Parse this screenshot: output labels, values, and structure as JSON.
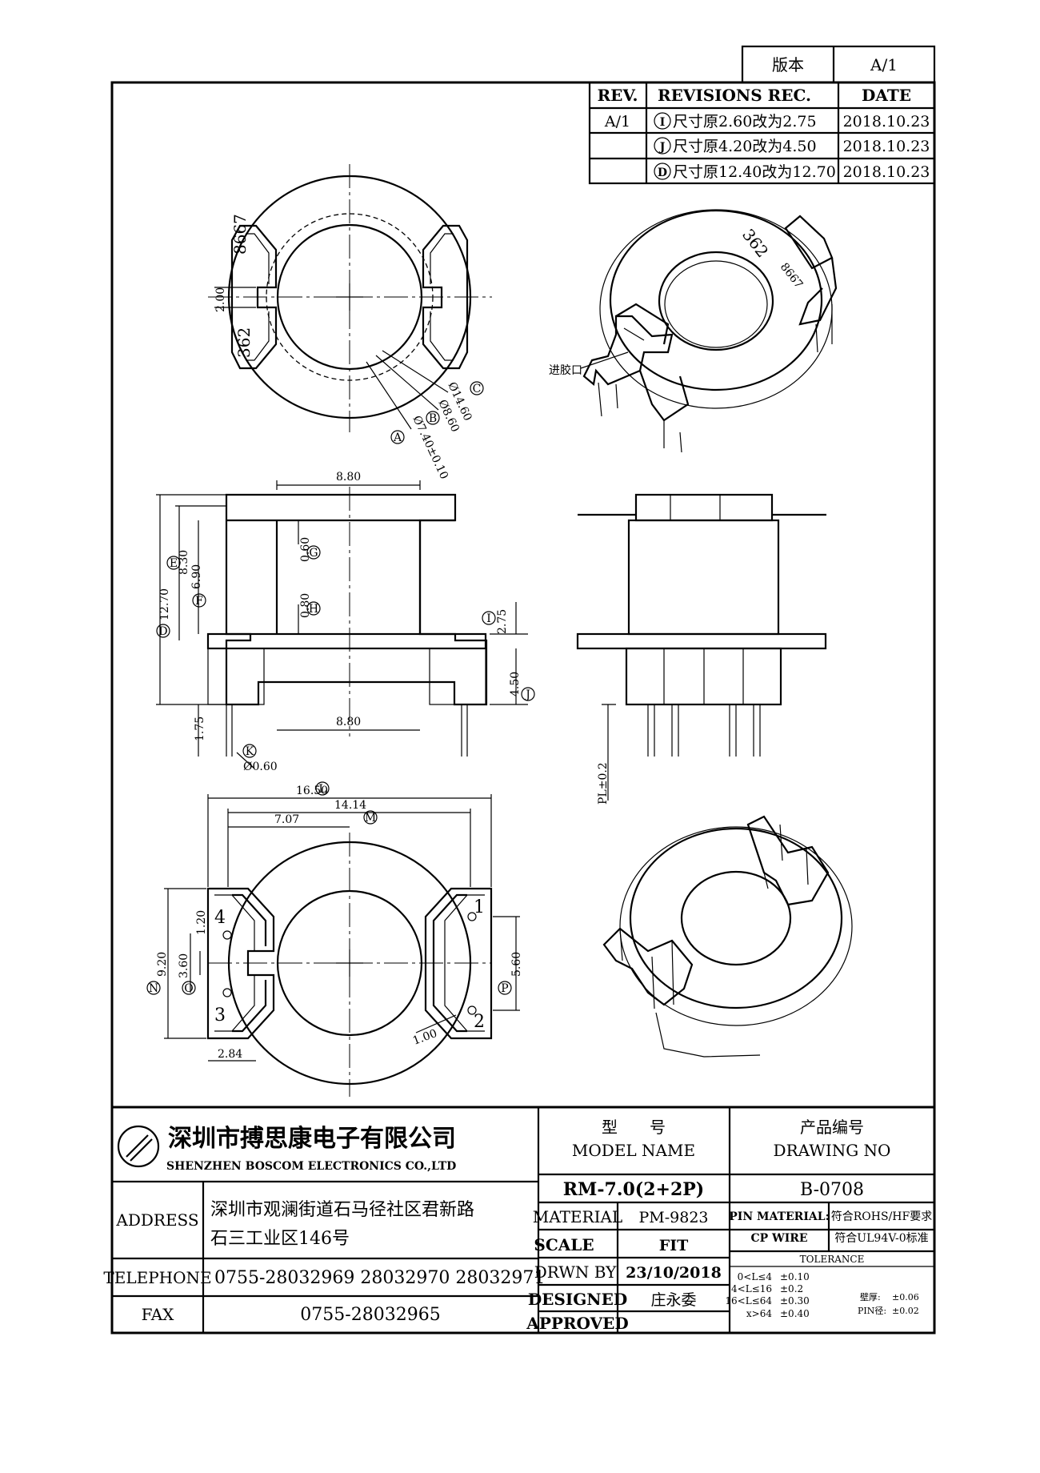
{
  "version_box": {
    "label": "版本",
    "value": "A/1"
  },
  "revisions": {
    "headers": {
      "rev": "REV.",
      "rec": "REVISIONS REC.",
      "date": "DATE"
    },
    "rows": [
      {
        "rev": "A/1",
        "mark": "I",
        "text": "尺寸原2.60改为2.75",
        "date": "2018.10.23"
      },
      {
        "rev": "",
        "mark": "J",
        "text": "尺寸原4.20改为4.50",
        "date": "2018.10.23"
      },
      {
        "rev": "",
        "mark": "D",
        "text": "尺寸原12.40改为12.70",
        "date": "2018.10.23"
      }
    ]
  },
  "top_view": {
    "marks": [
      "8667",
      "362"
    ],
    "dims": {
      "slot": "2.00",
      "c": "Ø14.60",
      "b": "Ø8.60",
      "a": "Ø7.40±0.10"
    },
    "letters": {
      "c": "C",
      "b": "B",
      "a": "A"
    }
  },
  "iso_top": {
    "marks": [
      "362",
      "8667"
    ],
    "gate_label": "进胶口"
  },
  "front_view": {
    "dims": {
      "top_width": "8.80",
      "bottom_width": "8.80",
      "d": "12.70",
      "e": "8.30",
      "f": "6.90",
      "g": "0.60",
      "h": "0.80",
      "i": "2.75",
      "j": "4.50",
      "pin_len": "1.75",
      "k": "Ø0.60"
    },
    "letters": {
      "d": "D",
      "e": "E",
      "f": "F",
      "g": "G",
      "h": "H",
      "i": "I",
      "j": "J",
      "k": "K"
    }
  },
  "side_view": {
    "pl": "PL±0.2"
  },
  "bottom_view": {
    "dims": {
      "l": "16.50",
      "m": "14.14",
      "half": "7.07",
      "n": "9.20",
      "o": "3.60",
      "slot": "1.20",
      "p": "5.60",
      "gap": "1.00",
      "edge": "2.84"
    },
    "letters": {
      "l": "L",
      "m": "M",
      "n": "N",
      "o": "O",
      "p": "P"
    },
    "pins": [
      "1",
      "2",
      "3",
      "4"
    ]
  },
  "title_block": {
    "company_cn": "深圳市搏思康电子有限公司",
    "company_en": "SHENZHEN BOSCOM ELECTRONICS CO.,LTD",
    "model_label_cn": "型　　号",
    "model_label_en": "MODEL NAME",
    "drawing_label_cn": "产品编号",
    "drawing_label_en": "DRAWING NO",
    "address_label": "ADDRESS",
    "address_line1": "深圳市观澜街道石马径社区君新路",
    "address_line2": "石三工业区146号",
    "telephone_label": "TELEPHONE",
    "telephone": "0755-28032969 28032970 28032971",
    "fax_label": "FAX",
    "fax": "0755-28032965",
    "model": "RM-7.0(2+2P)",
    "drawing_no": "B-0708",
    "material_label": "MATERIAL",
    "material": "PM-9823",
    "scale_label": "SCALE",
    "scale": "FIT",
    "drawn_label": "DRWN BY",
    "drawn": "23/10/2018",
    "designed_label": "DESIGNED",
    "designed": "庄永委",
    "approved_label": "APPROVED",
    "pin_material_label": "PIN MATERIAL:",
    "pin_material": "CP WIRE",
    "rohs": "符合ROHS/HF要求",
    "ul": "符合UL94V-0标准",
    "tolerance_label": "TOLERANCE",
    "tolerances": [
      {
        "range": "0<L≤4",
        "value": "±0.10"
      },
      {
        "range": "4<L≤16",
        "value": "±0.2"
      },
      {
        "range": "16<L≤64",
        "value": "±0.30"
      },
      {
        "range": "x>64",
        "value": "±0.40"
      }
    ],
    "thickness_label": "壁厚:",
    "thickness": "±0.06",
    "pin_dia_label": "PIN径:",
    "pin_dia": "±0.02"
  }
}
